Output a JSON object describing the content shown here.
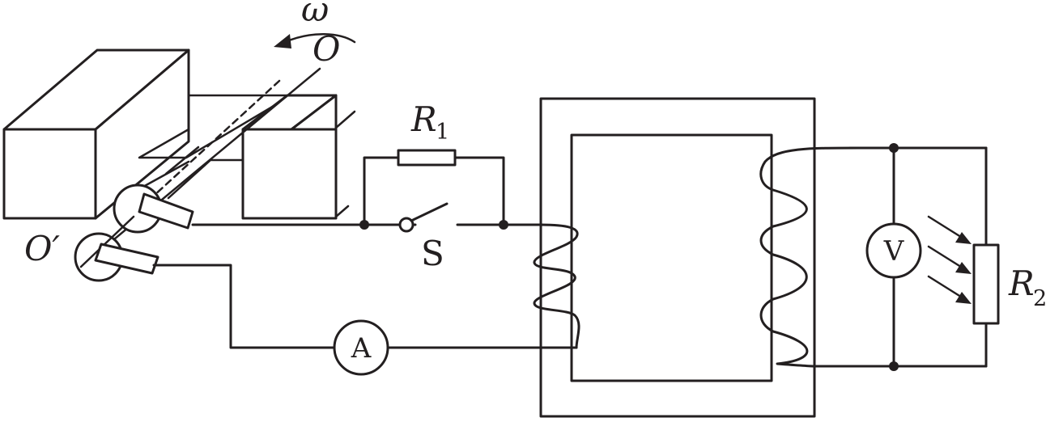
{
  "labels": {
    "omega": "ω",
    "axis_top": "O",
    "axis_bottom": "O′",
    "resistor1": "R",
    "resistor1_sub": "1",
    "switch": "S",
    "resistor2": "R",
    "resistor2_sub": "2",
    "voltmeter": "V",
    "ammeter": "A"
  }
}
